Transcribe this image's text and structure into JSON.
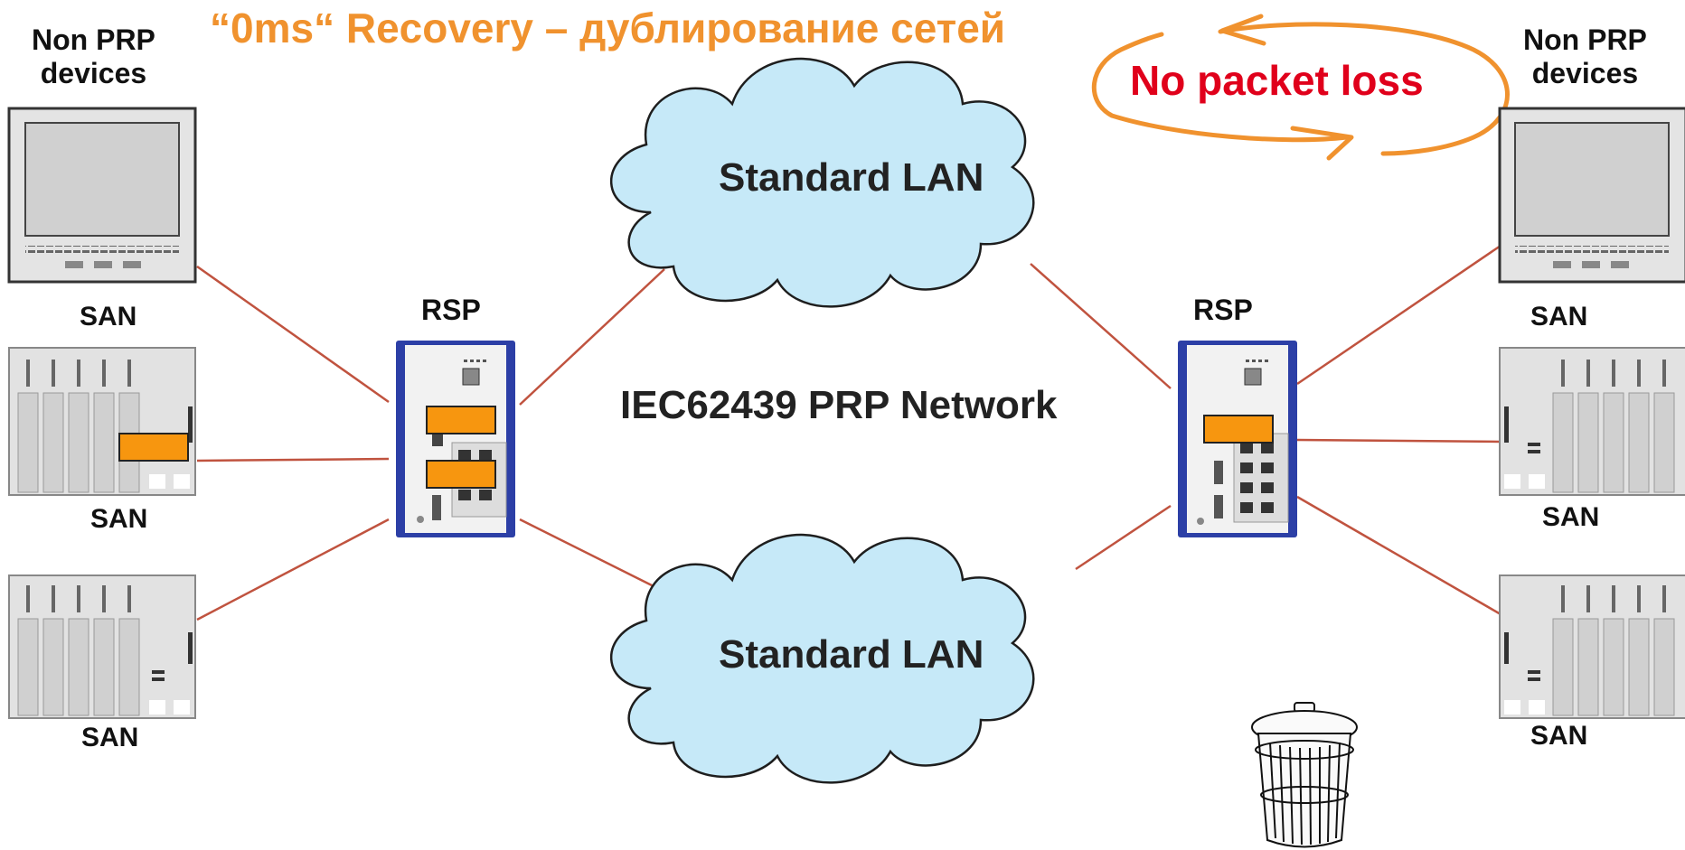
{
  "title": "“0ms“ Recovery – дублирование сетей",
  "no_packet_loss": "No packet loss",
  "network_label": "IEC62439 PRP Network",
  "clouds": {
    "top": "Standard LAN",
    "bottom": "Standard LAN"
  },
  "switches": {
    "left": "RSP",
    "right": "RSP"
  },
  "left_devices": {
    "header": "Non PRP\ndevices",
    "labels": [
      "SAN",
      "SAN",
      "SAN"
    ]
  },
  "right_devices": {
    "header": "Non PRP\ndevices",
    "labels": [
      "SAN",
      "SAN",
      "SAN"
    ]
  },
  "colors": {
    "title": "#f0922e",
    "no_packet_loss": "#e0001b",
    "cloud_fill": "#c6e9f8",
    "link": "#c0533f",
    "packet": "#f7960f",
    "switch_frame": "#2c3fa6"
  },
  "icons": [
    "monitor-icon",
    "plc-rack-icon",
    "rsp-switch-icon",
    "cloud-icon",
    "trash-can-icon",
    "circular-arrows-icon"
  ]
}
